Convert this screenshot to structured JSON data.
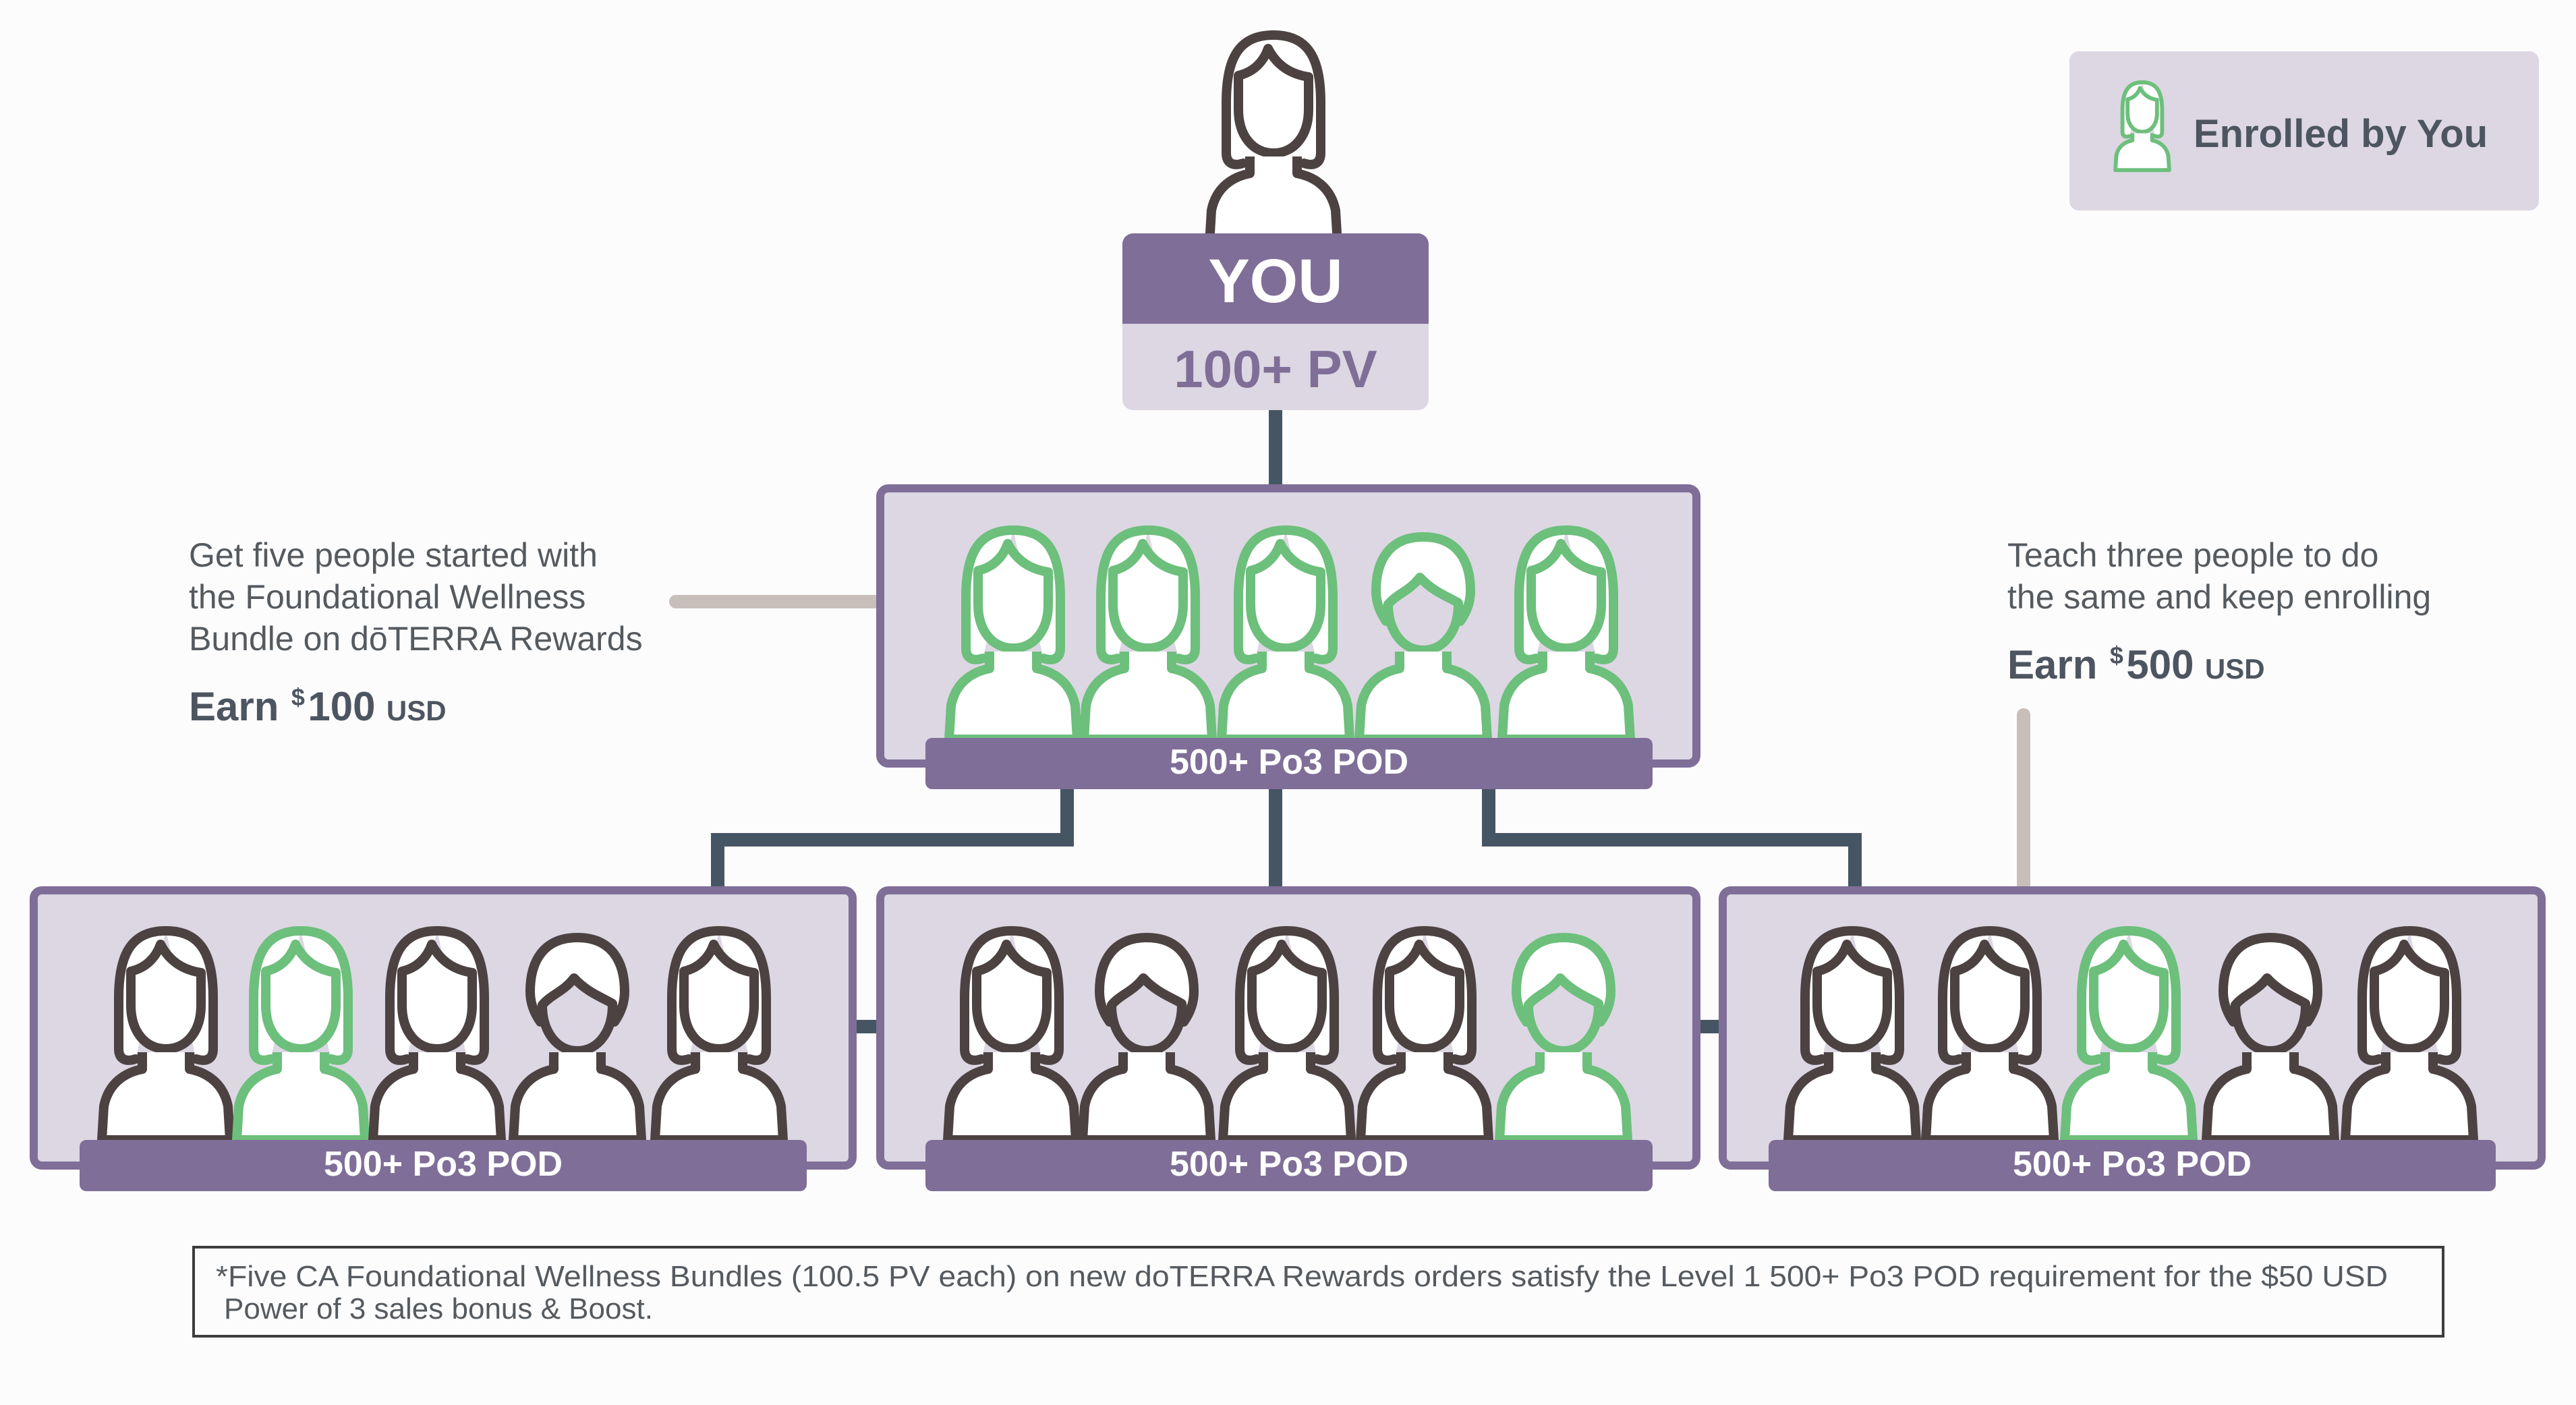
{
  "colors": {
    "purple": "#7f6e97",
    "lavender": "#dcd7e3",
    "connector": "#465564",
    "tan_line": "#c8bfba",
    "dark_figure": "#4d4242",
    "green_figure": "#6dbf7c",
    "text": "#555a5f",
    "text_bold": "#4d5560"
  },
  "legend": {
    "label": "Enrolled by You",
    "icon": "female-person-outline-icon"
  },
  "you": {
    "label": "YOU",
    "pv": "100+ PV",
    "icon": "female-person-outline-icon"
  },
  "left_note": {
    "lines": [
      "Get five people started with",
      "the Foundational Wellness",
      "Bundle on dōTERRA Rewards"
    ],
    "earn_word": "Earn",
    "currency": "$",
    "amount": "100",
    "unit": "USD"
  },
  "right_note": {
    "lines": [
      "Teach three people to do",
      "the same and keep enrolling"
    ],
    "earn_word": "Earn",
    "currency": "$",
    "amount": "500",
    "unit": "USD"
  },
  "pods": [
    {
      "id": "top",
      "label": "500+ Po3 POD",
      "members": [
        {
          "type": "female",
          "enrolled_by_you": true
        },
        {
          "type": "female",
          "enrolled_by_you": true
        },
        {
          "type": "female",
          "enrolled_by_you": true
        },
        {
          "type": "male",
          "enrolled_by_you": true
        },
        {
          "type": "female",
          "enrolled_by_you": true
        }
      ]
    },
    {
      "id": "bottom-left",
      "label": "500+ Po3 POD",
      "members": [
        {
          "type": "female",
          "enrolled_by_you": false
        },
        {
          "type": "female",
          "enrolled_by_you": true
        },
        {
          "type": "female",
          "enrolled_by_you": false
        },
        {
          "type": "male",
          "enrolled_by_you": false
        },
        {
          "type": "female",
          "enrolled_by_you": false
        }
      ]
    },
    {
      "id": "bottom-middle",
      "label": "500+ Po3 POD",
      "members": [
        {
          "type": "female",
          "enrolled_by_you": false
        },
        {
          "type": "male",
          "enrolled_by_you": false
        },
        {
          "type": "female",
          "enrolled_by_you": false
        },
        {
          "type": "female",
          "enrolled_by_you": false
        },
        {
          "type": "male",
          "enrolled_by_you": true
        }
      ]
    },
    {
      "id": "bottom-right",
      "label": "500+ Po3 POD",
      "members": [
        {
          "type": "female",
          "enrolled_by_you": false
        },
        {
          "type": "female",
          "enrolled_by_you": false
        },
        {
          "type": "female",
          "enrolled_by_you": true
        },
        {
          "type": "male",
          "enrolled_by_you": false
        },
        {
          "type": "female",
          "enrolled_by_you": false
        }
      ]
    }
  ],
  "footnote": {
    "line1": "*Five CA Foundational Wellness Bundles (100.5 PV each) on new doTERRA Rewards orders satisfy the Level 1 500+ Po3 POD requirement for the $50 USD",
    "line2": "Power of 3 sales bonus & Boost."
  }
}
